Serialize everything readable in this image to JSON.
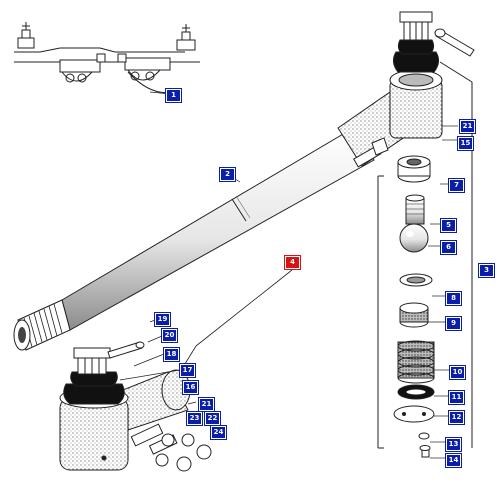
{
  "diagram": {
    "title": "",
    "colors": {
      "callout": "#0a1ea8",
      "callout_highlight": "#d51414",
      "line": "#1a1a1a",
      "shade": "#9a9a9a"
    },
    "callouts": [
      {
        "id": "c1",
        "label": "1"
      },
      {
        "id": "c2",
        "label": "2"
      },
      {
        "id": "c3",
        "label": "3"
      },
      {
        "id": "c4",
        "label": "4",
        "highlighted": true
      },
      {
        "id": "c5",
        "label": "5"
      },
      {
        "id": "c6",
        "label": "6"
      },
      {
        "id": "c7",
        "label": "7"
      },
      {
        "id": "c8",
        "label": "8"
      },
      {
        "id": "c9",
        "label": "9"
      },
      {
        "id": "c10",
        "label": "10"
      },
      {
        "id": "c11",
        "label": "11"
      },
      {
        "id": "c12",
        "label": "12"
      },
      {
        "id": "c13",
        "label": "13"
      },
      {
        "id": "c14",
        "label": "14"
      },
      {
        "id": "c15",
        "label": "15"
      },
      {
        "id": "c16",
        "label": "16"
      },
      {
        "id": "c17",
        "label": "17"
      },
      {
        "id": "c18",
        "label": "18"
      },
      {
        "id": "c19",
        "label": "19"
      },
      {
        "id": "c20",
        "label": "20"
      },
      {
        "id": "c21a",
        "label": "21"
      },
      {
        "id": "c21b",
        "label": "21"
      },
      {
        "id": "c22",
        "label": "22"
      },
      {
        "id": "c23",
        "label": "23"
      },
      {
        "id": "c24",
        "label": "24"
      }
    ]
  }
}
